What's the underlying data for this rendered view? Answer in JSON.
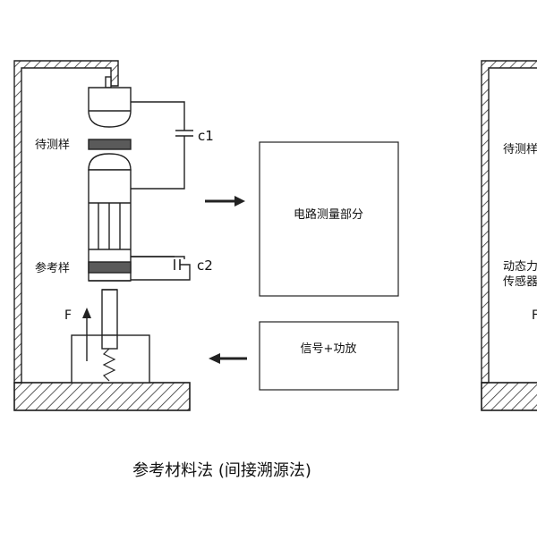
{
  "left_panel": {
    "label_sample_under_test": "待测样",
    "label_reference_sample": "参考样",
    "capacitor_1": "c1",
    "capacitor_2": "c2",
    "force_label": "F"
  },
  "circuit_box": {
    "label": "电路测量部分"
  },
  "signal_box": {
    "label": "信号+功放"
  },
  "caption": "参考材料法 (间接溯源法)",
  "right_panel_partial": {
    "label_sample_under_test": "待测样",
    "label_dynamic_line1": "动态力",
    "label_dynamic_line2": "传感器",
    "force_label": "F"
  },
  "colors": {
    "stroke": "#222222",
    "dark_band": "#5a5a5a",
    "hatch": "#333333"
  }
}
